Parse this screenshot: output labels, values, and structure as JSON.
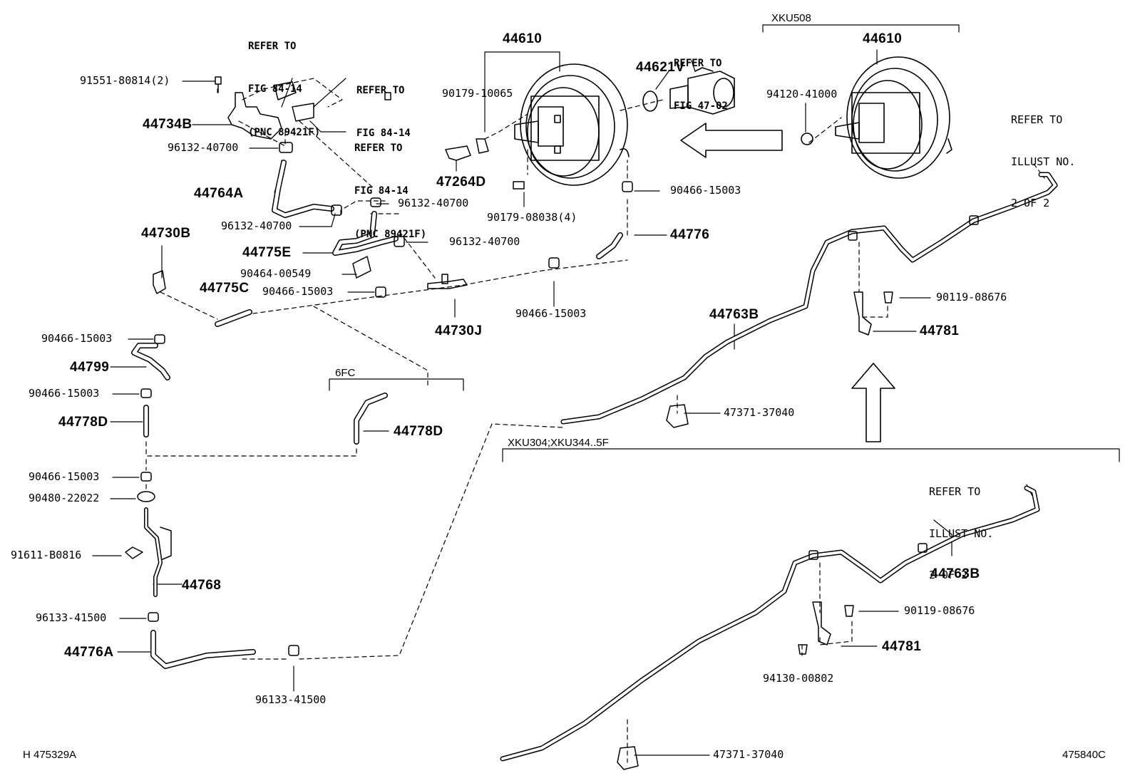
{
  "labels": {
    "refer_84_14_pnc_top": [
      "REFER TO",
      "FIG 84-14",
      "(PNC 89421F)"
    ],
    "refer_84_14": [
      "REFER TO",
      "FIG 84-14"
    ],
    "refer_84_14_pnc": [
      "REFER TO",
      "FIG 84-14",
      "(PNC 89421F)"
    ],
    "refer_47_02": [
      "REFER TO",
      "FIG 47-02"
    ],
    "refer_illust_1": [
      "REFER TO",
      "ILLUST NO.",
      "2 OF 2"
    ],
    "refer_illust_2": [
      "REFER TO",
      "ILLUST NO.",
      "2 OF 2"
    ],
    "variant_xku508": "XKU508",
    "variant_6fc": "6FC",
    "variant_xku304": "XKU304;XKU344..5F",
    "code_left": "H 475329A",
    "code_right": "475840C"
  },
  "parts": {
    "p91551": "91551-80814(2)",
    "p44734B": "44734B",
    "p96132_a": "96132-40700",
    "p44764A": "44764A",
    "p96132_b": "96132-40700",
    "p96132_c": "96132-40700",
    "p96132_d": "96132-40700",
    "p44730B": "44730B",
    "p44775E": "44775E",
    "p90464": "90464-00549",
    "p44775C": "44775C",
    "p90466_a": "90466-15003",
    "p90466_b": "90466-15003",
    "p44799": "44799",
    "p90466_c": "90466-15003",
    "p44778D_a": "44778D",
    "p44778D_b": "44778D",
    "p90466_d": "90466-15003",
    "p90480": "90480-22022",
    "p91611": "91611-B0816",
    "p44768": "44768",
    "p96133_a": "96133-41500",
    "p44776A": "44776A",
    "p96133_b": "96133-41500",
    "p44610_a": "44610",
    "p90179_10065": "90179-10065",
    "p47264D": "47264D",
    "p90179_08038": "90179-08038(4)",
    "p44621V": "44621V",
    "p90466_e": "90466-15003",
    "p44776": "44776",
    "p90466_f": "90466-15003",
    "p44730J": "44730J",
    "p44610_b": "44610",
    "p94120": "94120-41000",
    "p44763B_a": "44763B",
    "p90119_a": "90119-08676",
    "p44781_a": "44781",
    "p47371_a": "47371-37040",
    "p44763B_b": "44763B",
    "p90119_b": "90119-08676",
    "p44781_b": "44781",
    "p94130": "94130-00802",
    "p47371_b": "47371-37040"
  }
}
